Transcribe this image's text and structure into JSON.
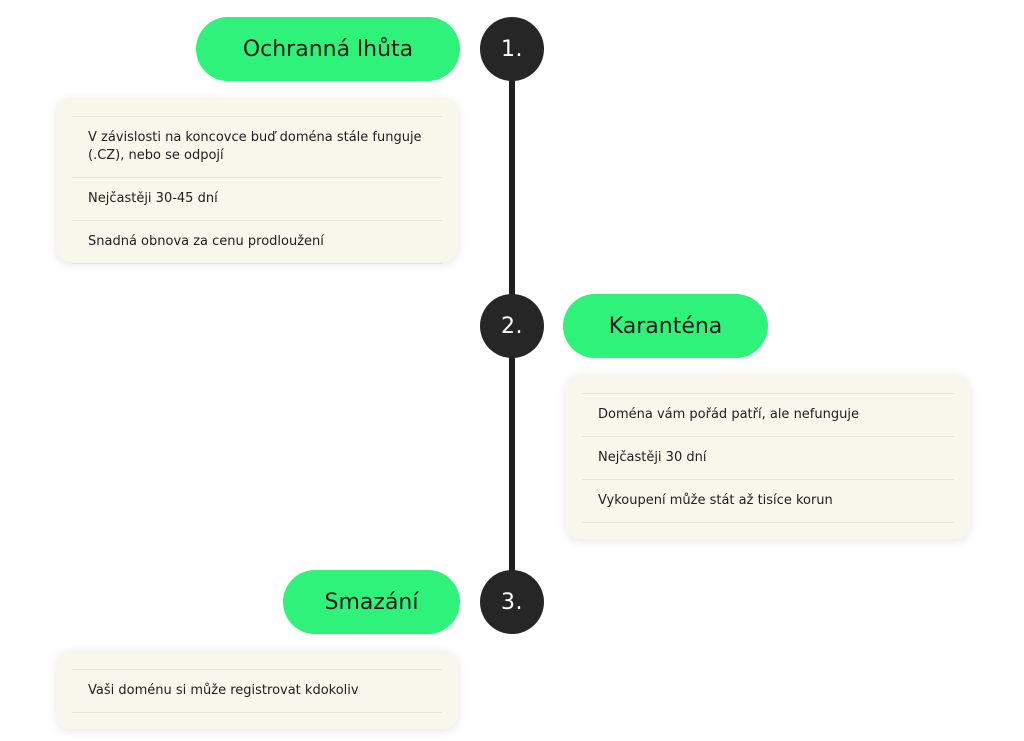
{
  "steps": [
    {
      "number": "1.",
      "title": "Ochranná lhůta",
      "items": [
        "V závislosti na koncovce buď doména stále funguje (.CZ), nebo se odpojí",
        "Nejčastěji 30-45 dní",
        "Snadná obnova za cenu prodloužení"
      ]
    },
    {
      "number": "2.",
      "title": "Karanténa",
      "items": [
        "Doména vám pořád patří, ale nefunguje",
        "Nejčastěji 30 dní",
        "Vykoupení může stát až tisíce korun"
      ]
    },
    {
      "number": "3.",
      "title": "Smazání",
      "items": [
        "Vaši doménu si může registrovat kdokoliv"
      ]
    }
  ],
  "colors": {
    "pill": "#2ff27a",
    "circle": "#262626",
    "card": "#f8f7ec"
  }
}
